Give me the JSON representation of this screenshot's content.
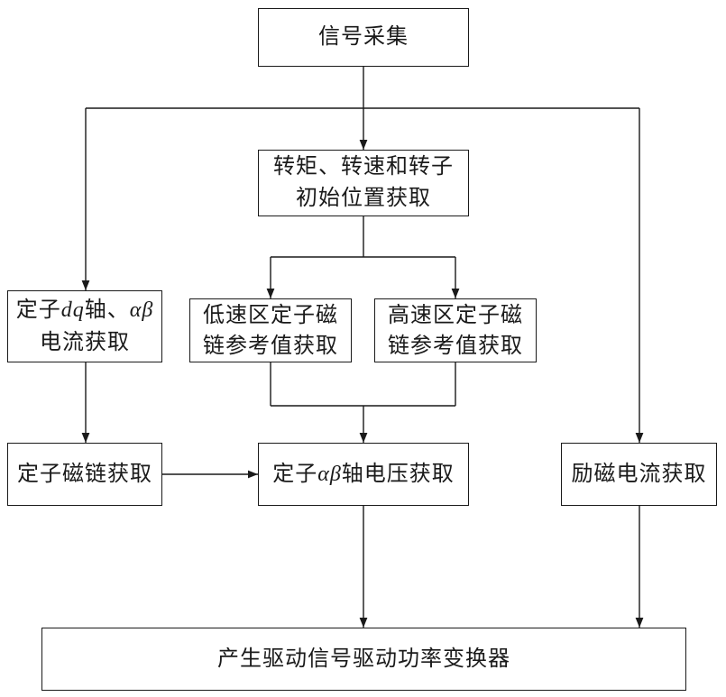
{
  "diagram": {
    "kind": "flowchart",
    "colors": {
      "line": "#1a1a1a",
      "text": "#1a1a1a",
      "background": "#ffffff"
    },
    "nodes": {
      "signal": {
        "lines": [
          [
            {
              "t": "信号采集"
            }
          ]
        ]
      },
      "torque": {
        "lines": [
          [
            {
              "t": "转矩、转速和转子"
            }
          ],
          [
            {
              "t": "初始位置获取"
            }
          ]
        ]
      },
      "stator_dq": {
        "lines": [
          [
            {
              "t": "定子"
            },
            {
              "t": "dq",
              "i": true
            },
            {
              "t": "轴、"
            },
            {
              "t": "αβ",
              "i": true
            }
          ],
          [
            {
              "t": "电流获取"
            }
          ]
        ]
      },
      "low_speed": {
        "lines": [
          [
            {
              "t": "低速区定子磁"
            }
          ],
          [
            {
              "t": "链参考值获取"
            }
          ]
        ]
      },
      "high_speed": {
        "lines": [
          [
            {
              "t": "高速区定子磁"
            }
          ],
          [
            {
              "t": "链参考值获取"
            }
          ]
        ]
      },
      "stator_flux": {
        "lines": [
          [
            {
              "t": "定子磁链获取"
            }
          ]
        ]
      },
      "voltage": {
        "lines": [
          [
            {
              "t": "定子"
            },
            {
              "t": "αβ",
              "i": true
            },
            {
              "t": "轴电压获取"
            }
          ]
        ]
      },
      "excitation": {
        "lines": [
          [
            {
              "t": "励磁电流获取"
            }
          ]
        ]
      },
      "drive": {
        "lines": [
          [
            {
              "t": "产生驱动信号驱动功率变换器"
            }
          ]
        ]
      }
    }
  }
}
